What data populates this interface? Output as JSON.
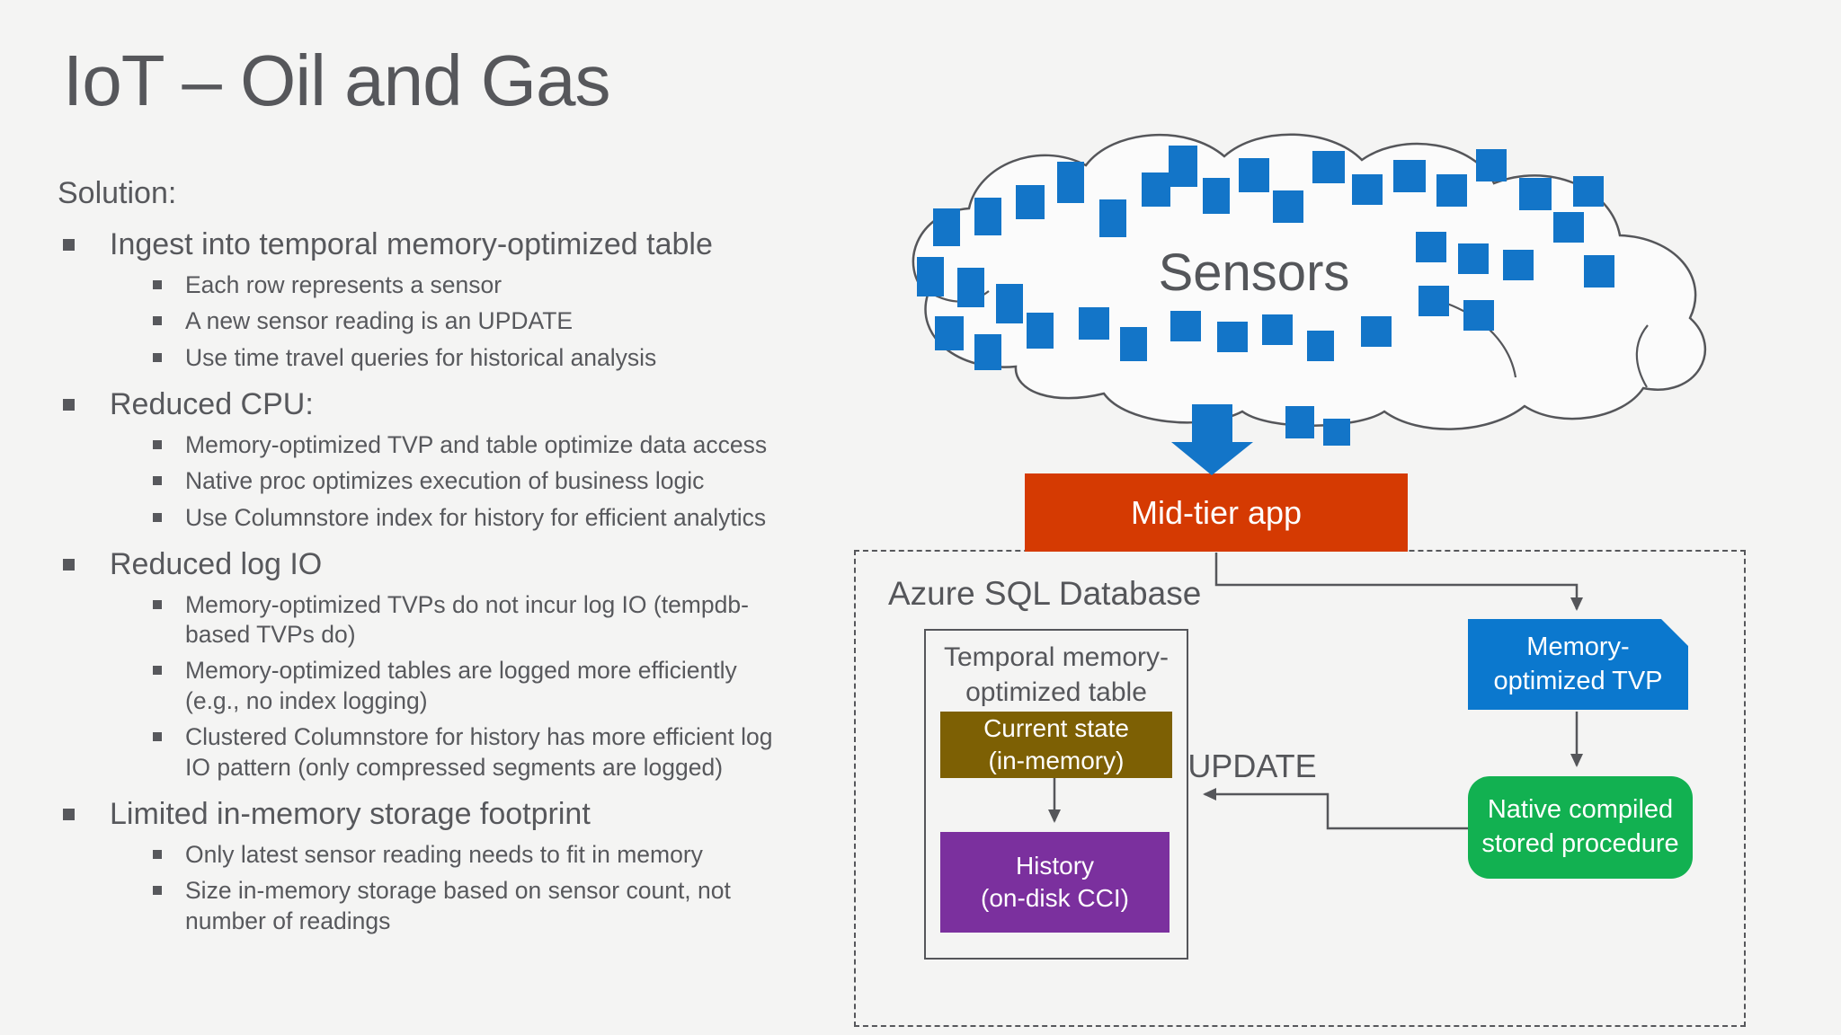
{
  "slide": {
    "title": "IoT – Oil and Gas",
    "subtitle": "Solution:",
    "bullets": [
      {
        "text": "Ingest into temporal memory-optimized table",
        "subs": [
          "Each row represents a sensor",
          "A new sensor reading is an UPDATE",
          "Use time travel queries for historical analysis"
        ]
      },
      {
        "text": "Reduced CPU:",
        "subs": [
          "Memory-optimized TVP and table optimize data access",
          "Native proc optimizes execution of business logic",
          "Use Columnstore index for history for efficient analytics"
        ]
      },
      {
        "text": "Reduced log IO",
        "subs": [
          "Memory-optimized TVPs do not incur log IO (tempdb-based TVPs do)",
          "Memory-optimized tables are logged more efficiently (e.g., no index logging)",
          "Clustered Columnstore for history has more efficient log IO pattern (only compressed segments are logged)"
        ]
      },
      {
        "text": "Limited in-memory storage footprint",
        "subs": [
          "Only latest sensor reading needs to fit in memory",
          "Size in-memory storage based on sensor count, not number of readings"
        ]
      }
    ]
  },
  "diagram": {
    "cloud_label": "Sensors",
    "sensor_squares": {
      "count": 39,
      "color": "#1375c8",
      "shape": "square"
    },
    "midtier_label": "Mid-tier app",
    "azure_label": "Azure SQL Database",
    "temporal_lines": [
      "Temporal memory-",
      "optimized table"
    ],
    "current_lines": [
      "Current state",
      "(in-memory)"
    ],
    "history_lines": [
      "History",
      "(on-disk CCI)"
    ],
    "update_label": "UPDATE",
    "tvp_lines": [
      "Memory-",
      "optimized TVP"
    ],
    "native_lines": [
      "Native compiled",
      "stored procedure"
    ],
    "colors": {
      "background": "#f4f4f3",
      "text_dark": "#57585c",
      "midtier_orange": "#d53a02",
      "tvp_blue": "#0b78ce",
      "native_green": "#12b151",
      "current_olive": "#7d6004",
      "history_purple": "#7b309e",
      "sensor_blue": "#1375c8",
      "connector_gray": "#55565a",
      "cloud_fill": "#fbfbfb"
    }
  }
}
